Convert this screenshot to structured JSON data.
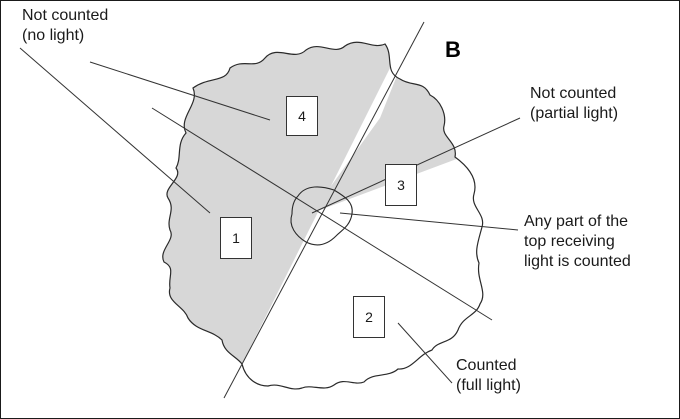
{
  "panel_label": "B",
  "annotations": {
    "no_light": "Not counted\n(no light)",
    "partial_light": "Not counted\n(partial light)",
    "any_part": "Any part of the\ntop receiving\nlight is counted",
    "full_light": "Counted\n(full light)"
  },
  "regions": [
    "1",
    "2",
    "3",
    "4"
  ],
  "colors": {
    "shaded": "#d7d7d7",
    "line": "#333333",
    "outline": "#2a2a2a"
  }
}
